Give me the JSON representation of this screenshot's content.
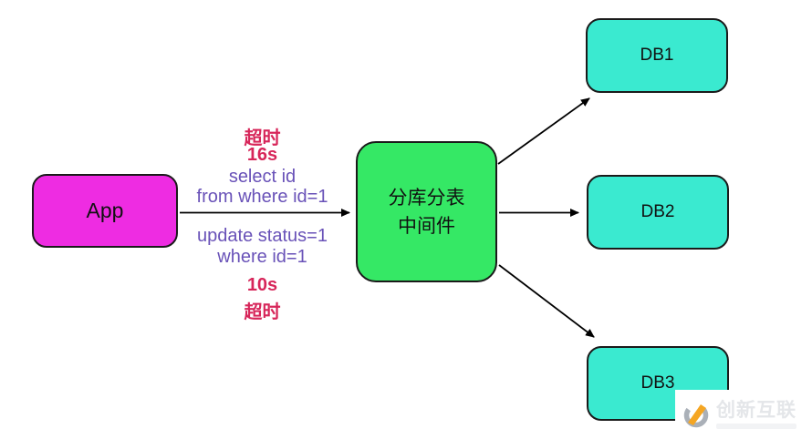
{
  "diagram": {
    "app": {
      "label": "App"
    },
    "middleware": {
      "label_line1": "分库分表",
      "label_line2": "中间件"
    },
    "db1": {
      "label": "DB1"
    },
    "db2": {
      "label": "DB2"
    },
    "db3": {
      "label": "DB3"
    },
    "annotations": {
      "timeout_top_label": "超时",
      "timeout_top_value": "16s",
      "select_line1": "select id",
      "select_line2": "from where id=1",
      "update_line1": "update status=1",
      "update_line2": "where id=1",
      "timeout_bottom_value": "10s",
      "timeout_bottom_label": "超时"
    },
    "colors": {
      "app_fill": "#ee2ce2",
      "middleware_fill": "#35e865",
      "db_fill": "#3aead0",
      "node_border": "#1a1a1a",
      "arrow": "#000000",
      "timeout_text": "#d7265a",
      "sql_text": "#6952b8"
    }
  },
  "watermark": {
    "brand": "创新互联",
    "logo_icon": "c-ring-with-orange-swoosh",
    "logo_orange": "#f5a623",
    "logo_gray": "#aab0b8"
  }
}
